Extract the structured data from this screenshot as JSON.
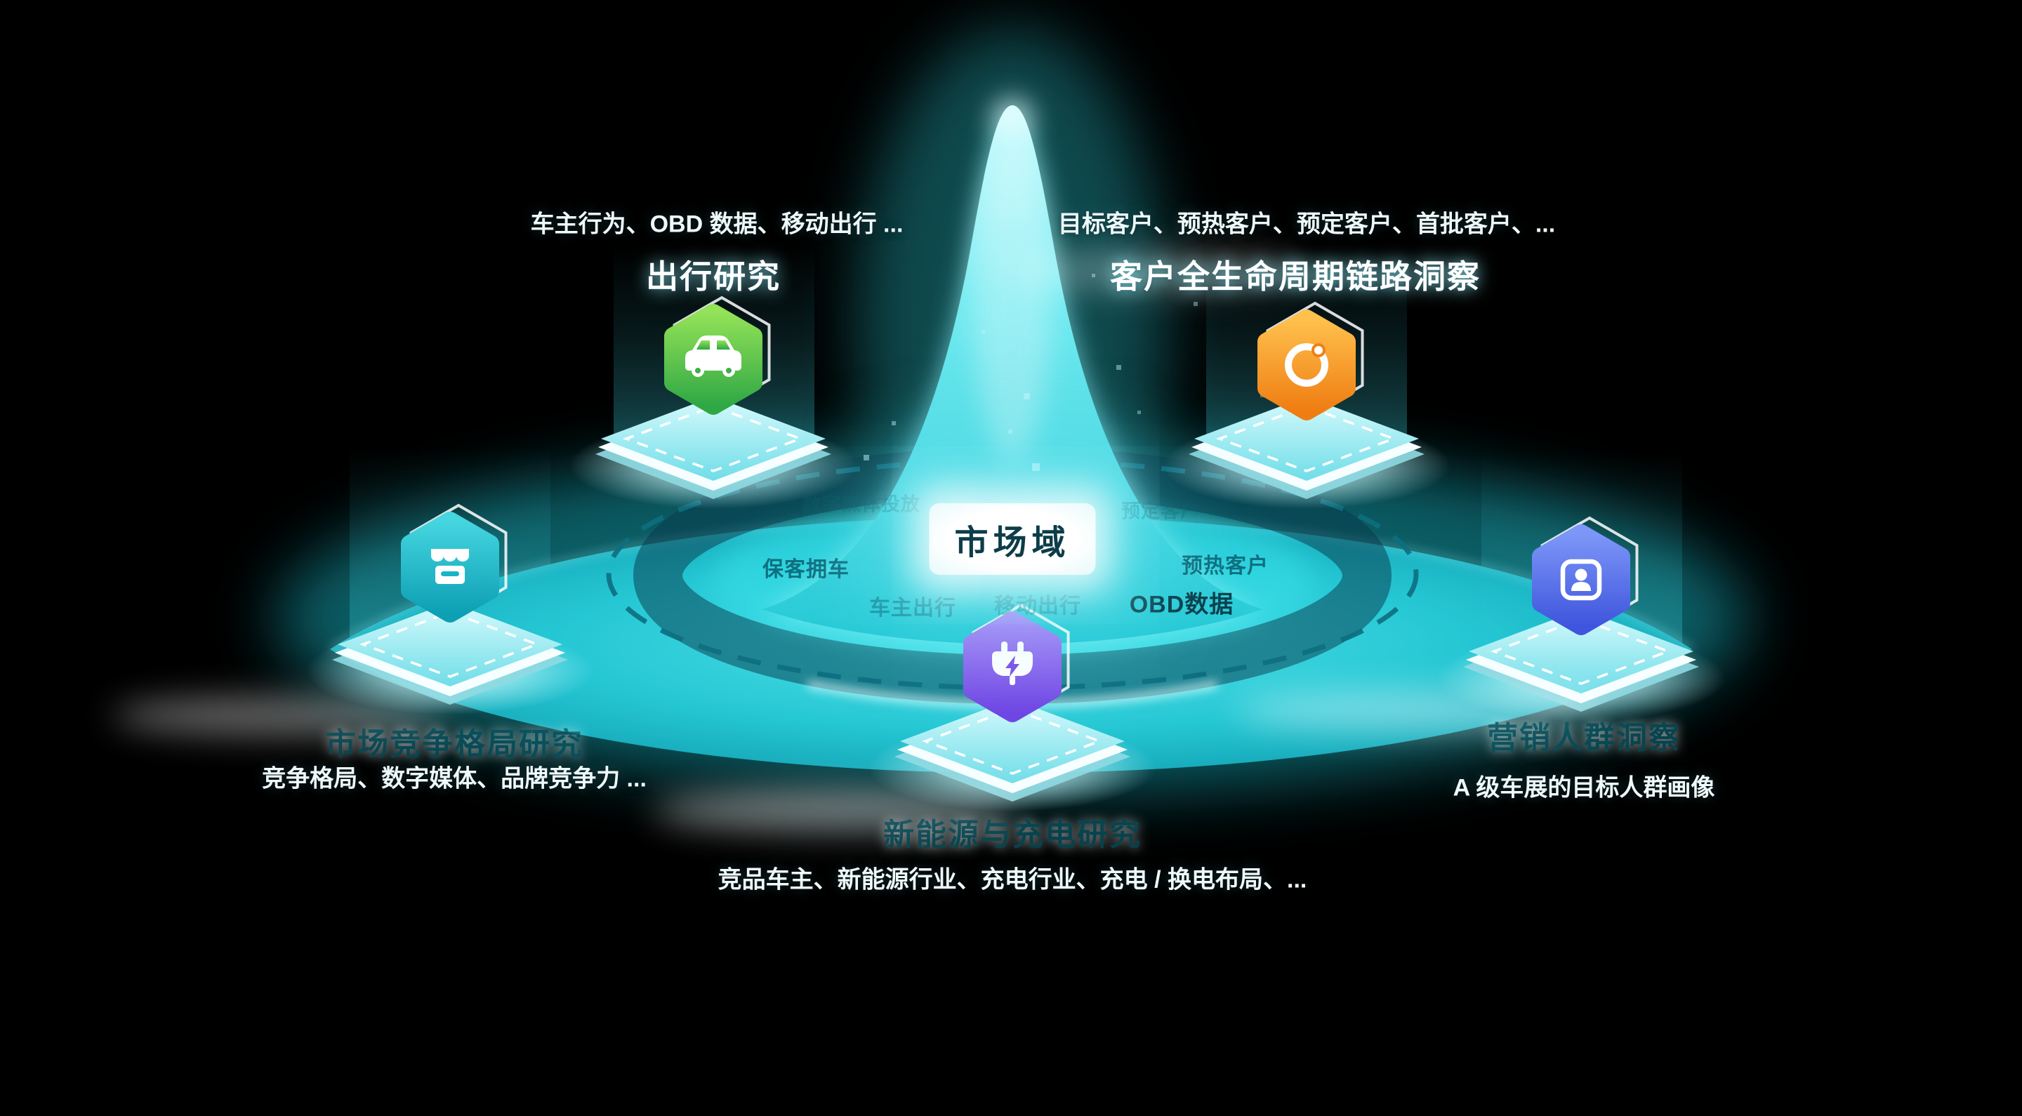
{
  "center": {
    "label": "市场域"
  },
  "nodes": {
    "travel": {
      "title": "出行研究",
      "desc": "车主行为、OBD 数据、移动出行 ...",
      "icon": "car-icon"
    },
    "lifecycle": {
      "title": "客户全生命周期链路洞察",
      "desc": "目标客户、预热客户、预定客户、首批客户、...",
      "icon": "orbit-icon"
    },
    "competition": {
      "title": "市场竞争格局研究",
      "desc": "竞争格局、数字媒体、品牌竞争力 ...",
      "icon": "storefront-icon"
    },
    "energy": {
      "title": "新能源与充电研究",
      "desc": "竞品车主、新能源行业、充电行业、充电 / 换电布局、...",
      "icon": "charging-plug-icon"
    },
    "audience": {
      "title": "营销人群洞察",
      "desc": "A 级车展的目标人群画像",
      "icon": "person-badge-icon"
    }
  },
  "ring_labels": [
    {
      "text": "保客拥车"
    },
    {
      "text": "预热客户"
    },
    {
      "text": "OBD数据"
    },
    {
      "text": "车主出行"
    },
    {
      "text": "移动出行"
    },
    {
      "text": "数字媒体投放"
    },
    {
      "text": "预定客户"
    }
  ],
  "colors": {
    "background": "#000000",
    "disc_teal": "#1fc3d2",
    "bell_top": "#c9fbfd",
    "accent_green": "#3fae4c",
    "accent_orange": "#f08014",
    "accent_teal": "#18b5c6",
    "accent_purple": "#7a4fe8",
    "accent_blue": "#4a5fe0",
    "center_label_text": "#0c3d49"
  }
}
